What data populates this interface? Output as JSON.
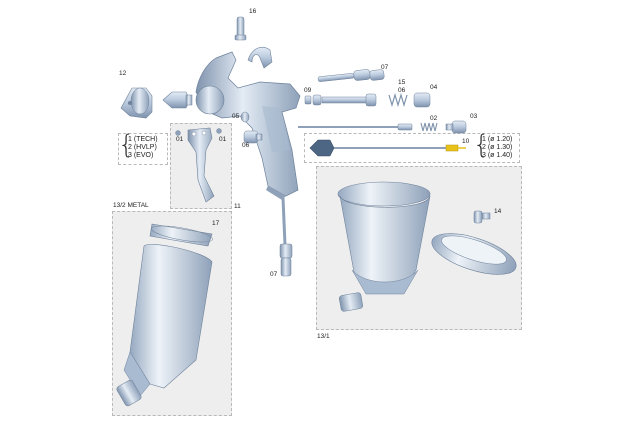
{
  "labels": {
    "p16": "16",
    "p12": "12",
    "p07_top": "07",
    "p15": "15",
    "p09": "09",
    "p06_top": "06",
    "p04": "04",
    "p05": "05",
    "p02": "02",
    "p03": "03",
    "p01_left": "01",
    "p01_right": "01",
    "p06_mid": "06",
    "p10": "10",
    "p11": "11",
    "p07_bottom": "07",
    "p14": "14",
    "p17": "17",
    "p13_2": "13/2 METAL",
    "p13_1": "13/1"
  },
  "variants_left": [
    "1 (TECH)",
    "2 (HVLP)",
    "3 (EVO)"
  ],
  "variants_right": [
    "1 (ø 1.20)",
    "2 (ø 1.30)",
    "3 (ø 1.40)"
  ],
  "colors": {
    "part_fill": "#b9c9dd",
    "part_light": "#e4ecf5",
    "part_dark": "#7f93ad",
    "panel_bg": "#eeeeee",
    "panel_border": "#b9b9b9",
    "accent_yellow": "#e8c21a"
  }
}
